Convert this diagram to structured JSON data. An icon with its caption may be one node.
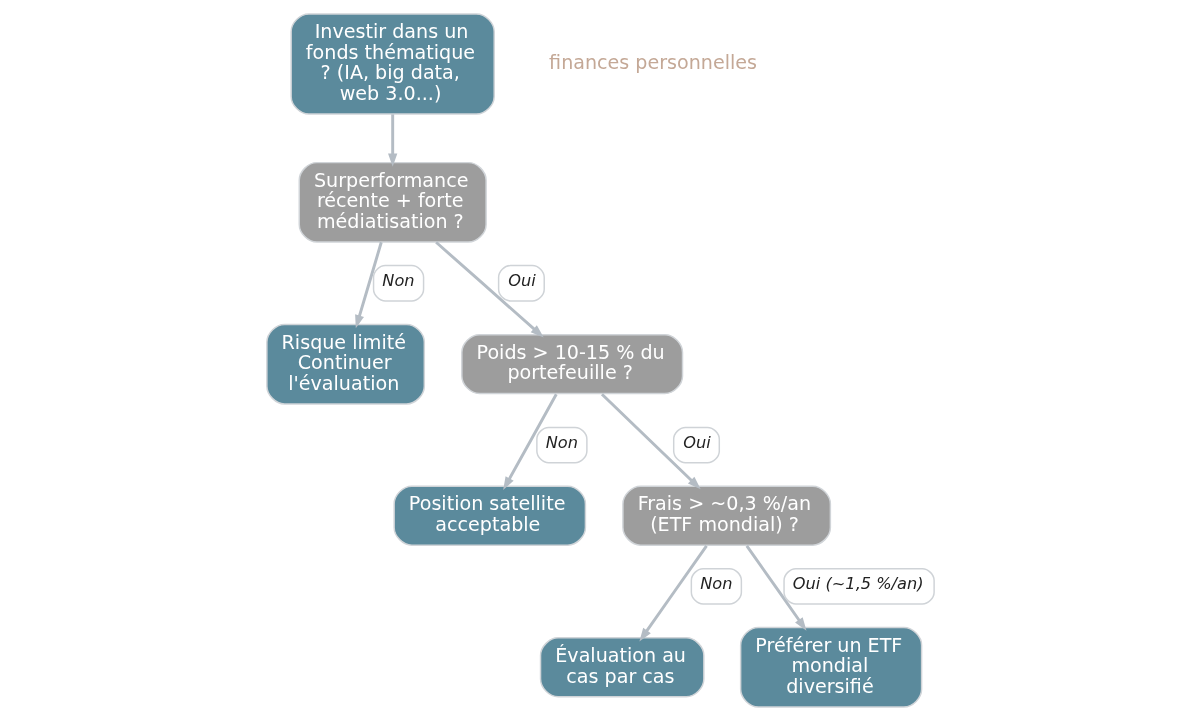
{
  "diagram": {
    "nodes": [
      {
        "text": [
          "Investir dans un fonds thématique ? (IA, big data, web 3.0...)"
        ]
      },
      {
        "text": [
          "Surperformance récente + forte médiatisation ?"
        ]
      },
      {
        "text": [
          "Risque limité Continuer l'évaluation"
        ]
      },
      {
        "text": [
          "Poids > 10-15 % du portefeuille ?"
        ]
      },
      {
        "text": [
          "Position satellite acceptable"
        ]
      },
      {
        "text": [
          "Frais > ~0,3 %/an (ETF mondial) ?"
        ]
      },
      {
        "text": [
          "Évaluation au cas par cas"
        ]
      },
      {
        "text": [
          "Préférer un ETF mondial diversifié"
        ]
      }
    ],
    "edges": [
      {
        "from": 0,
        "to": 1,
        "arrow": "to"
      },
      {
        "from": 1,
        "to": 2,
        "arrow": "to",
        "label": "Non"
      },
      {
        "from": 1,
        "to": 3,
        "arrow": "to",
        "label": "Oui"
      },
      {
        "from": 3,
        "to": 4,
        "arrow": "to",
        "label": "Non"
      },
      {
        "from": 3,
        "to": 5,
        "arrow": "to",
        "label": "Oui"
      },
      {
        "from": 5,
        "to": 6,
        "arrow": "to",
        "label": "Non"
      },
      {
        "from": 5,
        "to": 7,
        "arrow": "to",
        "label": "Oui (~1,5 %/an)"
      }
    ],
    "labels": [
      "finances personnelles"
    ]
  }
}
